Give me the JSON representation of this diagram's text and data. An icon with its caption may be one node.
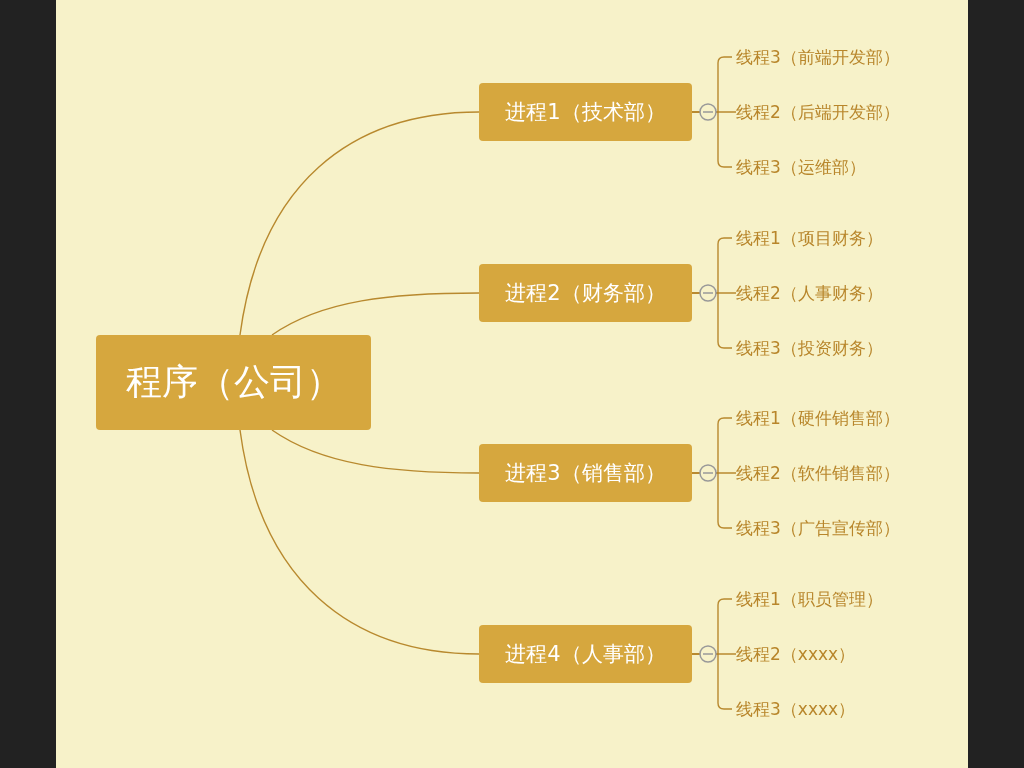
{
  "diagram": {
    "nodes": [
      {
        "text": [
          "程序（公司）"
        ]
      },
      {
        "text": [
          "进程1（技术部）"
        ]
      },
      {
        "text": [
          "线程3（前端开发部）"
        ]
      },
      {
        "text": [
          "线程2（后端开发部）"
        ]
      },
      {
        "text": [
          "线程3（运维部）"
        ]
      },
      {
        "text": [
          "进程2（财务部）"
        ]
      },
      {
        "text": [
          "线程1（项目财务）"
        ]
      },
      {
        "text": [
          "线程2（人事财务）"
        ]
      },
      {
        "text": [
          "线程3（投资财务）"
        ]
      },
      {
        "text": [
          "进程3（销售部）"
        ]
      },
      {
        "text": [
          "线程1（硬件销售部）"
        ]
      },
      {
        "text": [
          "线程2（软件销售部）"
        ]
      },
      {
        "text": [
          "线程3（广告宣传部）"
        ]
      },
      {
        "text": [
          "进程4（人事部）"
        ]
      },
      {
        "text": [
          "线程1（职员管理）"
        ]
      },
      {
        "text": [
          "线程2（xxxx）"
        ]
      },
      {
        "text": [
          "线程3（xxxx）"
        ]
      }
    ],
    "edges": [
      {
        "from": 0,
        "to": 1,
        "arrow": "none"
      },
      {
        "from": 0,
        "to": 5,
        "arrow": "none"
      },
      {
        "from": 0,
        "to": 9,
        "arrow": "none"
      },
      {
        "from": 0,
        "to": 13,
        "arrow": "none"
      },
      {
        "from": 1,
        "to": 2,
        "arrow": "none"
      },
      {
        "from": 1,
        "to": 3,
        "arrow": "none"
      },
      {
        "from": 1,
        "to": 4,
        "arrow": "none"
      },
      {
        "from": 5,
        "to": 6,
        "arrow": "none"
      },
      {
        "from": 5,
        "to": 7,
        "arrow": "none"
      },
      {
        "from": 5,
        "to": 8,
        "arrow": "none"
      },
      {
        "from": 9,
        "to": 10,
        "arrow": "none"
      },
      {
        "from": 9,
        "to": 11,
        "arrow": "none"
      },
      {
        "from": 9,
        "to": 12,
        "arrow": "none"
      },
      {
        "from": 13,
        "to": 14,
        "arrow": "none"
      },
      {
        "from": 13,
        "to": 15,
        "arrow": "none"
      },
      {
        "from": 13,
        "to": 16,
        "arrow": "none"
      }
    ]
  }
}
